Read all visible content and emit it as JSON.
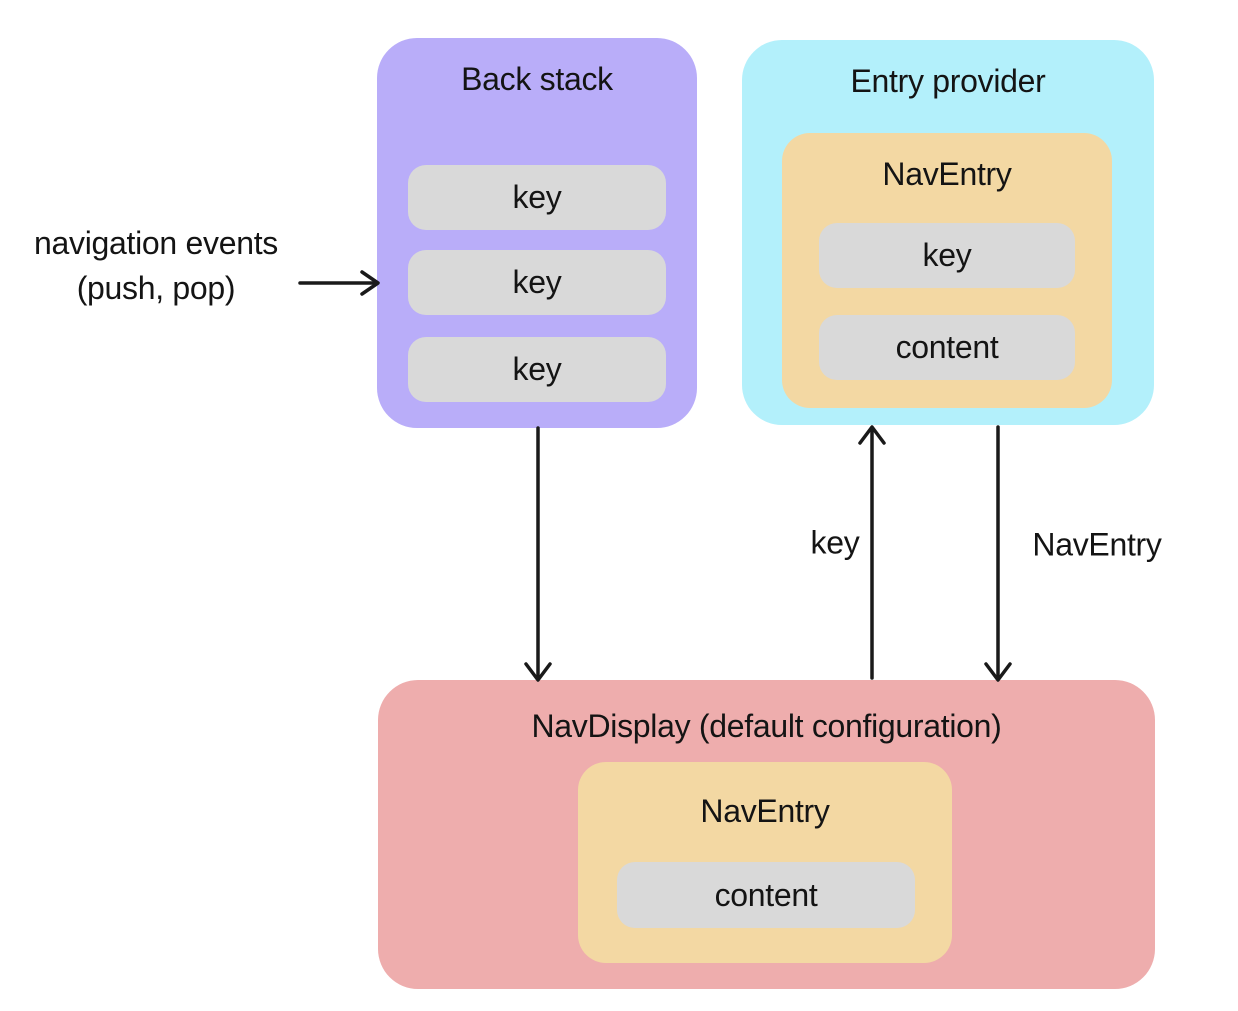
{
  "diagram": {
    "colors": {
      "back_stack_bg": "#b9adf9",
      "entry_provider_bg": "#b3f0fb",
      "nav_entry_bg": "#f3d8a3",
      "nav_display_bg": "#eeadad",
      "pill_bg": "#d9d9d9",
      "text": "#141414",
      "arrow": "#1a1a1a"
    },
    "nav_events": {
      "line1": "navigation events",
      "line2": "(push, pop)"
    },
    "back_stack": {
      "title": "Back stack",
      "keys": [
        "key",
        "key",
        "key"
      ]
    },
    "entry_provider": {
      "title": "Entry provider",
      "nav_entry": {
        "title": "NavEntry",
        "key_label": "key",
        "content_label": "content"
      }
    },
    "flow_labels": {
      "key_up": "key",
      "nav_entry_down": "NavEntry"
    },
    "nav_display": {
      "title": "NavDisplay (default configuration)",
      "nav_entry": {
        "title": "NavEntry",
        "content_label": "content"
      }
    }
  }
}
